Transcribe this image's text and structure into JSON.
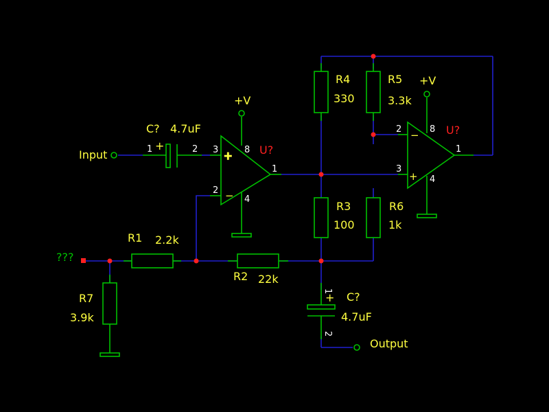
{
  "labels": {
    "input": "Input",
    "output": "Output",
    "unknown_net": "???",
    "supply1": "+V",
    "supply2": "+V"
  },
  "components": {
    "C1": {
      "ref": "C?",
      "value": "4.7uF",
      "pin1": "1",
      "pin2": "2"
    },
    "C2": {
      "ref": "C?",
      "value": "4.7uF",
      "pin1": "1",
      "pin2": "2"
    },
    "U1": {
      "ref": "U?",
      "pin_plus": "3",
      "pin_minus": "2",
      "pin_out": "1",
      "pin_vcc": "8",
      "pin_gnd": "4"
    },
    "U2": {
      "ref": "U?",
      "pin_plus": "3",
      "pin_minus": "2",
      "pin_out": "1",
      "pin_vcc": "8",
      "pin_gnd": "4"
    },
    "R1": {
      "ref": "R1",
      "value": "2.2k"
    },
    "R2": {
      "ref": "R2",
      "value": "22k"
    },
    "R3": {
      "ref": "R3",
      "value": "100"
    },
    "R4": {
      "ref": "R4",
      "value": "330"
    },
    "R5": {
      "ref": "R5",
      "value": "3.3k"
    },
    "R6": {
      "ref": "R6",
      "value": "1k"
    },
    "R7": {
      "ref": "R7",
      "value": "3.9k"
    }
  },
  "colors": {
    "background": "#000000",
    "wire": "#2020d0",
    "component": "#00c000",
    "label": "#ffff40",
    "refdes_unannotated": "#ff2020",
    "junction": "#ff2020",
    "pin_number": "#ffffff"
  }
}
